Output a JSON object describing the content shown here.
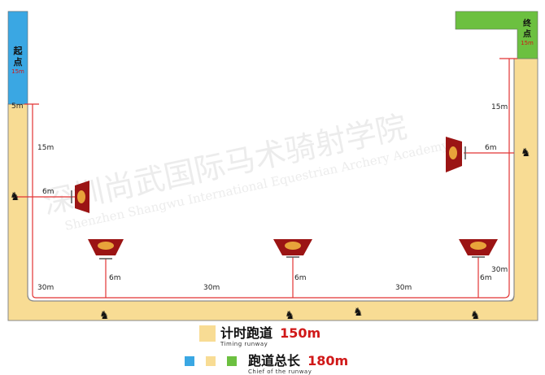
{
  "start": {
    "label": "起点",
    "length": "15m",
    "gap": "5m"
  },
  "finish": {
    "label": "终点",
    "length": "15m"
  },
  "measurements": {
    "left_vertical": "15m",
    "right_vertical": "15m",
    "left_target_offset": "6m",
    "right_target_offset": "6m",
    "bottom_target_offset_1": "6m",
    "bottom_target_offset_2": "6m",
    "bottom_target_offset_3": "6m",
    "bottom_span_1": "30m",
    "bottom_span_2": "30m",
    "bottom_span_3": "30m",
    "right_corner": "30m"
  },
  "watermark": {
    "chinese": "深圳尚武国际马术骑射学院",
    "english": "Shenzhen Shangwu International Equestrian Archery Academy"
  },
  "legend": {
    "timing_label": "计时跑道",
    "timing_value": "150m",
    "timing_sub": "Timing runway",
    "total_label": "跑道总长",
    "total_value": "180m",
    "total_sub": "Chief of the runway"
  },
  "colors": {
    "runway": "#f8dc94",
    "start_zone": "#3aa7e3",
    "finish_zone": "#6cc040",
    "measure_line": "#e23434",
    "target": "#9b1414"
  }
}
